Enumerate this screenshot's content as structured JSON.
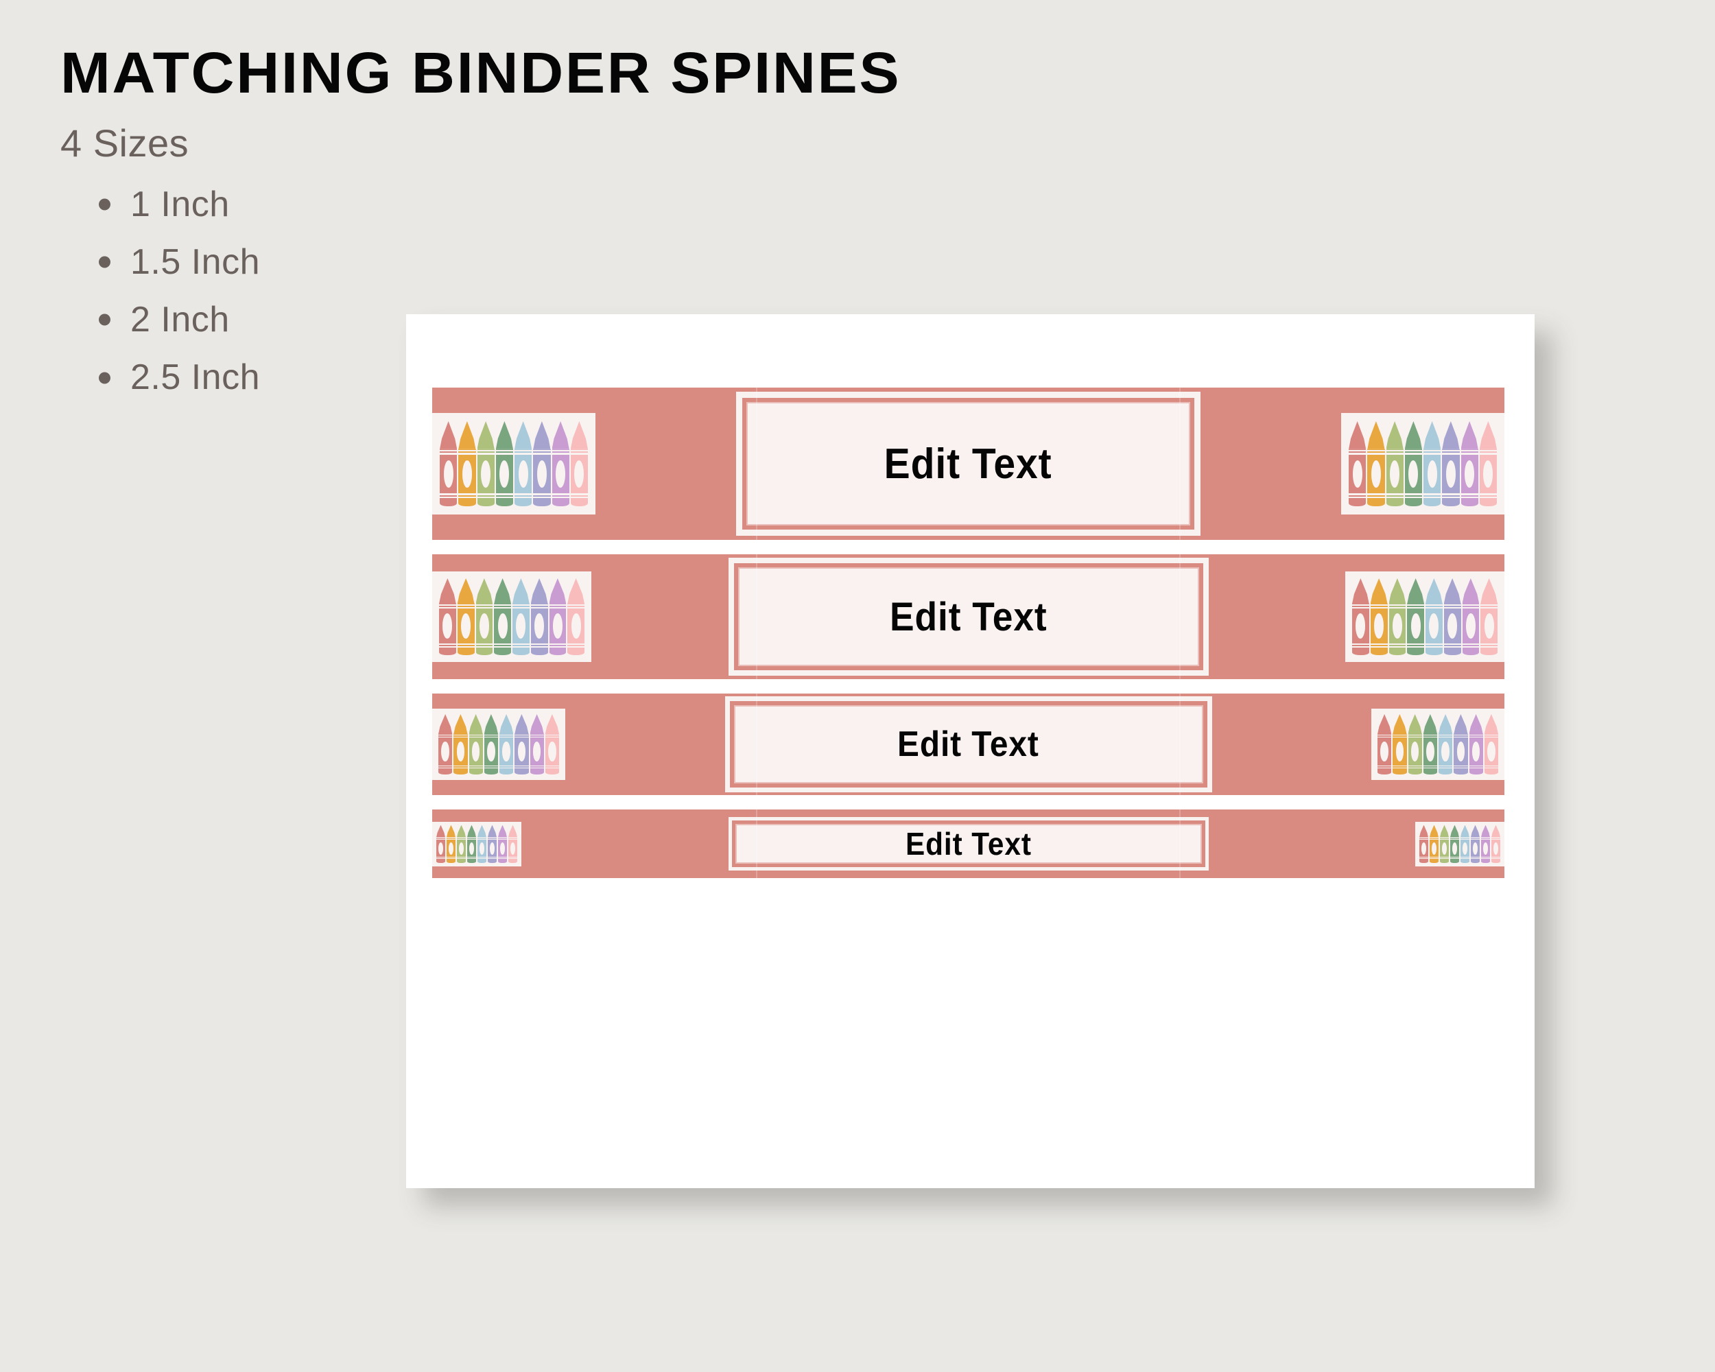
{
  "page": {
    "background_color": "#e9e8e4",
    "title": "MATCHING BINDER SPINES",
    "sizes_heading": "4 Sizes",
    "sizes": [
      {
        "label": "1 Inch"
      },
      {
        "label": "1.5 Inch"
      },
      {
        "label": "2 Inch"
      },
      {
        "label": "2.5 Inch"
      }
    ]
  },
  "colors": {
    "spine_pink": "#d98b82",
    "panel_cream": "#f8f3f1",
    "label_fill": "#f9f2f1",
    "label_stroke": "#eabfba",
    "text_gray": "#6a615d",
    "title_black": "#060606",
    "card_white": "#ffffff"
  },
  "crayon_palette": [
    {
      "name": "rose",
      "hex": "#d9857f"
    },
    {
      "name": "amber",
      "hex": "#e9a73f"
    },
    {
      "name": "lime-green",
      "hex": "#aec17c"
    },
    {
      "name": "sage-green",
      "hex": "#79a67f"
    },
    {
      "name": "sky-blue",
      "hex": "#a9cada"
    },
    {
      "name": "periwinkle",
      "hex": "#a6a3cf"
    },
    {
      "name": "orchid",
      "hex": "#c99dd2"
    },
    {
      "name": "blush-pink",
      "hex": "#f8bcbc"
    }
  ],
  "preview_card": {
    "spines": [
      {
        "size_class": "size-1",
        "size_label": "1 Inch",
        "edit_text": "Edit Text",
        "crayon_count": 8
      },
      {
        "size_class": "size-15",
        "size_label": "1.5 Inch",
        "edit_text": "Edit Text",
        "crayon_count": 8
      },
      {
        "size_class": "size-2",
        "size_label": "2 Inch",
        "edit_text": "Edit Text",
        "crayon_count": 8
      },
      {
        "size_class": "size-25",
        "size_label": "2.5 Inch",
        "edit_text": "Edit Text",
        "crayon_count": 8
      }
    ]
  }
}
